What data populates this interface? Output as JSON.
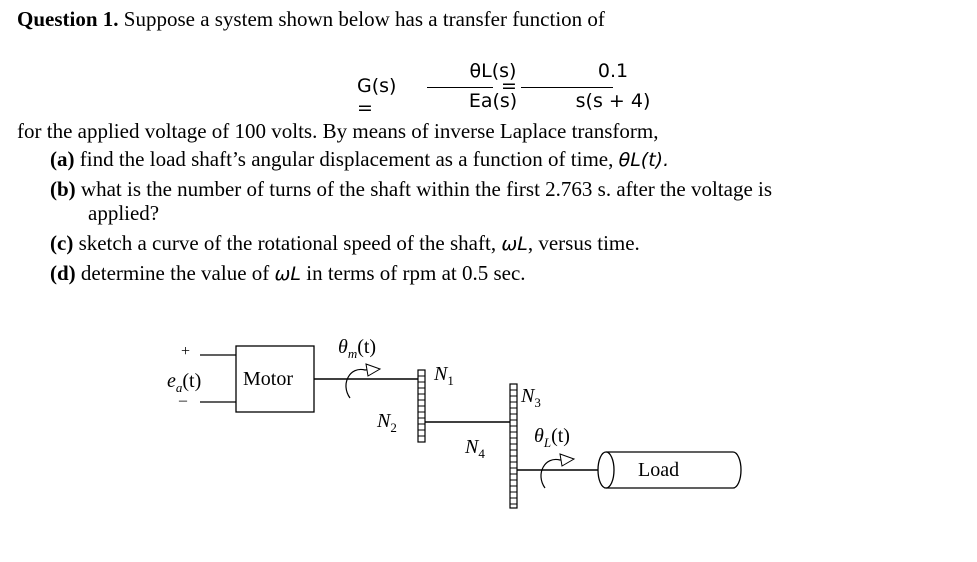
{
  "question": {
    "number_label": "Question 1.",
    "intro_text": " Suppose a system shown below has a transfer function of",
    "equation": {
      "lhs": "G(s) =",
      "numerator": "θL(s)",
      "denominator": "Ea(s)",
      "equals": "=",
      "numerator2": "0.1",
      "denominator2": "s(s + 4)"
    },
    "body": "for the applied voltage of 100 volts. By means of inverse Laplace transform,",
    "parts": {
      "a_label": "(a)",
      "a_text": " find the load shaft’s angular displacement as a function of time, ",
      "a_math": "θL(t).",
      "b_label": "(b)",
      "b_text": " what is the number of turns of the shaft within the first 2.763 s. after the voltage is",
      "b_text2": "applied?",
      "c_label": "(c)",
      "c_text": " sketch a curve of the rotational speed of the shaft, ",
      "c_math": "ωL",
      "c_text2": ", versus time.",
      "d_label": "(d)",
      "d_text": " determine the value of ",
      "d_math": "ωL",
      "d_text2": "  in terms of rpm at 0.5 sec."
    }
  },
  "diagram": {
    "input_plus": "+",
    "input_minus": "–",
    "input_label": "ea(t)",
    "motor_label": "Motor",
    "theta_m": "θm(t)",
    "n1": "N1",
    "n2": "N2",
    "n3": "N3",
    "n4": "N4",
    "theta_l": "θL(t)",
    "load_label": "Load"
  }
}
